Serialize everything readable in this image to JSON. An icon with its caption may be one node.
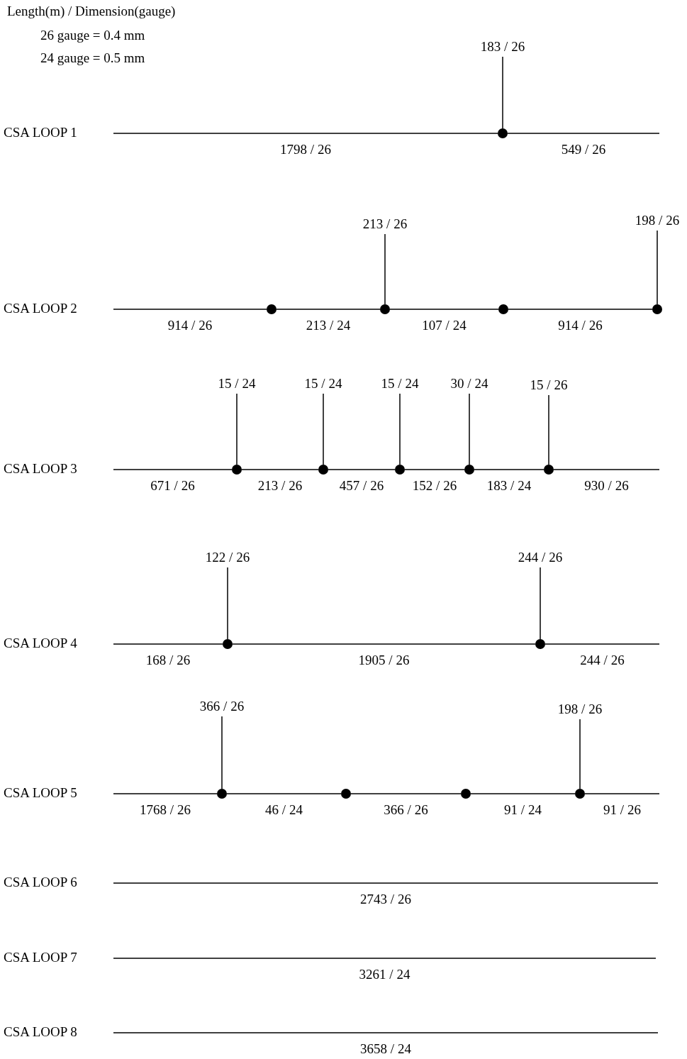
{
  "diagram": {
    "nodes": [
      {
        "text": [
          "CSA LOOP 1"
        ]
      },
      {
        "text": [],
        "shape": "circle"
      },
      {
        "text": [
          "CSA LOOP 2"
        ]
      },
      {
        "text": [],
        "shape": "circle"
      },
      {
        "text": [],
        "shape": "circle"
      },
      {
        "text": [],
        "shape": "circle"
      },
      {
        "text": [],
        "shape": "circle"
      },
      {
        "text": [
          "CSA LOOP 3"
        ]
      },
      {
        "text": [],
        "shape": "circle"
      },
      {
        "text": [],
        "shape": "circle"
      },
      {
        "text": [],
        "shape": "circle"
      },
      {
        "text": [],
        "shape": "circle"
      },
      {
        "text": [],
        "shape": "circle"
      },
      {
        "text": [
          "CSA LOOP 4"
        ]
      },
      {
        "text": [],
        "shape": "circle"
      },
      {
        "text": [],
        "shape": "circle"
      },
      {
        "text": [
          "CSA LOOP 5"
        ]
      },
      {
        "text": [],
        "shape": "circle"
      },
      {
        "text": [],
        "shape": "circle"
      },
      {
        "text": [],
        "shape": "circle"
      },
      {
        "text": [],
        "shape": "circle"
      },
      {
        "text": [
          "CSA LOOP 6"
        ]
      },
      {
        "text": [
          "CSA LOOP 7"
        ]
      },
      {
        "text": [
          "CSA LOOP 8"
        ]
      }
    ],
    "edges": [
      {
        "from": 0,
        "to": 1,
        "arrow": "none",
        "label": "1798 / 26"
      },
      {
        "from": 1,
        "to": null,
        "arrow": "none",
        "label": "549 / 26"
      },
      {
        "from": 1,
        "to": null,
        "arrow": "none",
        "label": "183 / 26"
      },
      {
        "from": 2,
        "to": 3,
        "arrow": "none",
        "label": "914 / 26"
      },
      {
        "from": 3,
        "to": 4,
        "arrow": "none",
        "label": "213 / 24"
      },
      {
        "from": 4,
        "to": 5,
        "arrow": "none",
        "label": "107 / 24"
      },
      {
        "from": 5,
        "to": 6,
        "arrow": "none",
        "label": "914 / 26"
      },
      {
        "from": 4,
        "to": null,
        "arrow": "none",
        "label": "213 / 26"
      },
      {
        "from": 6,
        "to": null,
        "arrow": "none",
        "label": "198 / 26"
      },
      {
        "from": 7,
        "to": 8,
        "arrow": "none",
        "label": "671 / 26"
      },
      {
        "from": 8,
        "to": 9,
        "arrow": "none",
        "label": "213 / 26"
      },
      {
        "from": 9,
        "to": 10,
        "arrow": "none",
        "label": "457 / 26"
      },
      {
        "from": 10,
        "to": 11,
        "arrow": "none",
        "label": "152 / 26"
      },
      {
        "from": 11,
        "to": 12,
        "arrow": "none",
        "label": "183 / 24"
      },
      {
        "from": 12,
        "to": null,
        "arrow": "none",
        "label": "930 / 26"
      },
      {
        "from": 8,
        "to": null,
        "arrow": "none",
        "label": "15 / 24"
      },
      {
        "from": 9,
        "to": null,
        "arrow": "none",
        "label": "15 / 24"
      },
      {
        "from": 10,
        "to": null,
        "arrow": "none",
        "label": "15 / 24"
      },
      {
        "from": 11,
        "to": null,
        "arrow": "none",
        "label": "30 / 24"
      },
      {
        "from": 12,
        "to": null,
        "arrow": "none",
        "label": "15 / 26"
      },
      {
        "from": 13,
        "to": 14,
        "arrow": "none",
        "label": "168 / 26"
      },
      {
        "from": 14,
        "to": 15,
        "arrow": "none",
        "label": "1905 / 26"
      },
      {
        "from": 15,
        "to": null,
        "arrow": "none",
        "label": "244 / 26"
      },
      {
        "from": 14,
        "to": null,
        "arrow": "none",
        "label": "122 / 26"
      },
      {
        "from": 15,
        "to": null,
        "arrow": "none",
        "label": "244 / 26"
      },
      {
        "from": 16,
        "to": 17,
        "arrow": "none",
        "label": "1768 / 26"
      },
      {
        "from": 17,
        "to": 18,
        "arrow": "none",
        "label": "46 / 24"
      },
      {
        "from": 18,
        "to": 19,
        "arrow": "none",
        "label": "366 / 26"
      },
      {
        "from": 19,
        "to": 20,
        "arrow": "none",
        "label": "91 / 24"
      },
      {
        "from": 20,
        "to": null,
        "arrow": "none",
        "label": "91 / 26"
      },
      {
        "from": 17,
        "to": null,
        "arrow": "none",
        "label": "366 / 26"
      },
      {
        "from": 20,
        "to": null,
        "arrow": "none",
        "label": "198 / 26"
      },
      {
        "from": 21,
        "to": null,
        "arrow": "none",
        "label": "2743 / 26"
      },
      {
        "from": 22,
        "to": null,
        "arrow": "none",
        "label": "3261 / 24"
      },
      {
        "from": 23,
        "to": null,
        "arrow": "none",
        "label": "3658 / 24"
      }
    ],
    "labels": [
      "Length(m) / Dimension(gauge)",
      "26 gauge = 0.4 mm",
      "24 gauge = 0.5 mm"
    ]
  }
}
